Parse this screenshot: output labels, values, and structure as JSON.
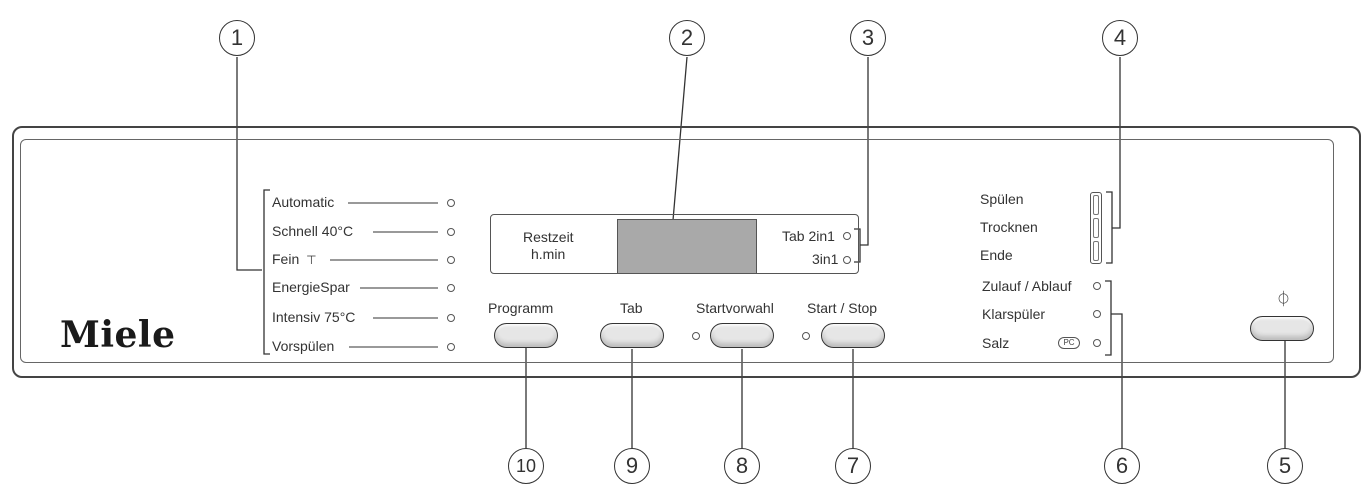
{
  "brand": {
    "logo": "Miele"
  },
  "callouts": {
    "c1": "1",
    "c2": "2",
    "c3": "3",
    "c4": "4",
    "c5": "5",
    "c6": "6",
    "c7": "7",
    "c8": "8",
    "c9": "9",
    "c10": "10"
  },
  "programs": {
    "automatic": "Automatic",
    "schnell": "Schnell 40°C",
    "fein": "Fein",
    "fein_symbol": "⊤",
    "energiespar": "EnergieSpar",
    "intensiv": "Intensiv 75°C",
    "vorspuelen": "Vorspülen"
  },
  "display": {
    "restzeit": "Restzeit",
    "unit": "h.min",
    "tab2in1": "Tab 2in1",
    "tab3in1": "3in1"
  },
  "buttons": {
    "programm": "Programm",
    "tab": "Tab",
    "startvorwahl": "Startvorwahl",
    "startstop": "Start / Stop",
    "power_symbol": "⏀"
  },
  "status": {
    "spuelen": "Spülen",
    "trocknen": "Trocknen",
    "ende": "Ende",
    "zulauf": "Zulauf / Ablauf",
    "klarspueler": "Klarspüler",
    "salz": "Salz",
    "pc_symbol": "PC"
  },
  "colors": {
    "line": "#333333",
    "lcd": "#a9a9a9",
    "button": "#e6e6e6"
  }
}
